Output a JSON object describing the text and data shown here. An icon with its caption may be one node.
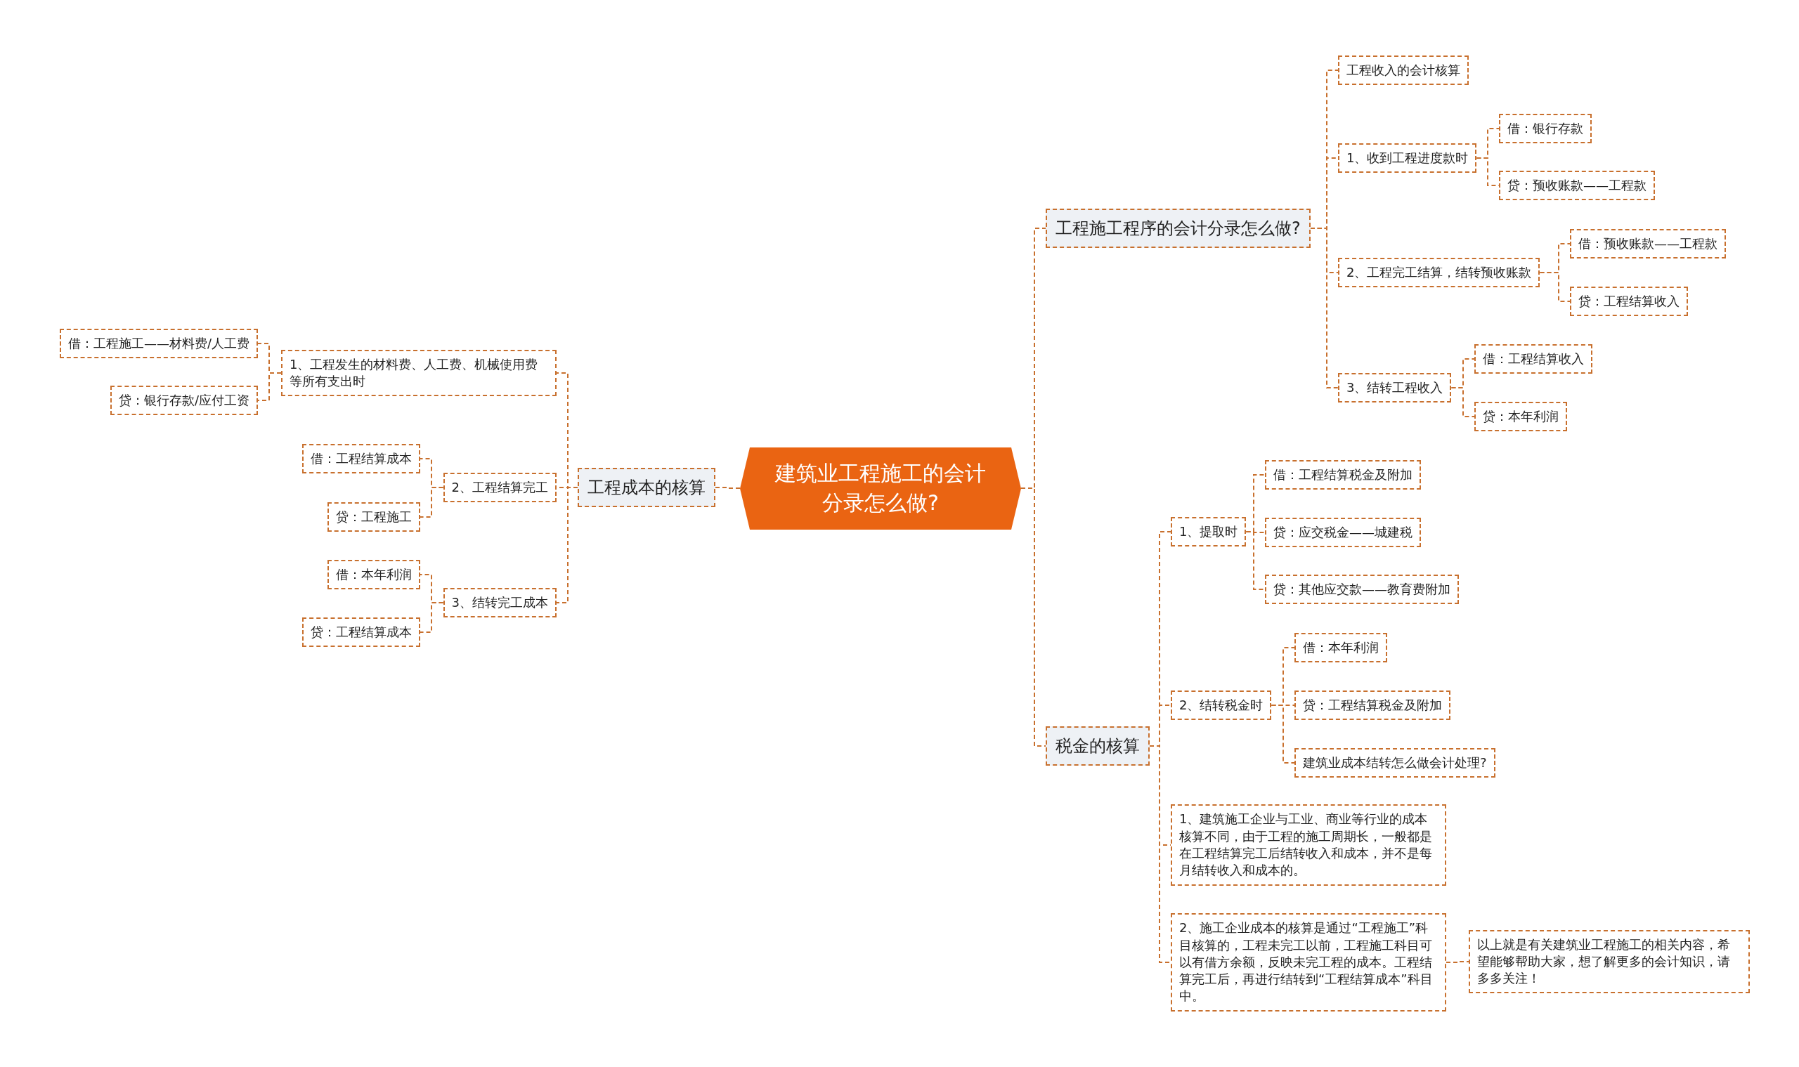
{
  "diagram": {
    "nodes": [
      {
        "text": [
          "建筑业工程施工的会计分录怎么做?"
        ]
      },
      {
        "text": [
          "工程成本的核算"
        ]
      },
      {
        "text": [
          "1、工程发生的材料费、人工费、机械使用费等所有支出时"
        ]
      },
      {
        "text": [
          "借：工程施工——材料费/人工费"
        ]
      },
      {
        "text": [
          "贷：银行存款/应付工资"
        ]
      },
      {
        "text": [
          "2、工程结算完工"
        ]
      },
      {
        "text": [
          "借：工程结算成本"
        ]
      },
      {
        "text": [
          "贷：工程施工"
        ]
      },
      {
        "text": [
          "3、结转完工成本"
        ]
      },
      {
        "text": [
          "借：本年利润"
        ]
      },
      {
        "text": [
          "贷：工程结算成本"
        ]
      },
      {
        "text": [
          "工程施工程序的会计分录怎么做?"
        ]
      },
      {
        "text": [
          "工程收入的会计核算"
        ]
      },
      {
        "text": [
          "1、收到工程进度款时"
        ]
      },
      {
        "text": [
          "借：银行存款"
        ]
      },
      {
        "text": [
          "贷：预收账款——工程款"
        ]
      },
      {
        "text": [
          "2、工程完工结算，结转预收账款"
        ]
      },
      {
        "text": [
          "借：预收账款——工程款"
        ]
      },
      {
        "text": [
          "贷：工程结算收入"
        ]
      },
      {
        "text": [
          "3、结转工程收入"
        ]
      },
      {
        "text": [
          "借：工程结算收入"
        ]
      },
      {
        "text": [
          "贷：本年利润"
        ]
      },
      {
        "text": [
          "税金的核算"
        ]
      },
      {
        "text": [
          "1、提取时"
        ]
      },
      {
        "text": [
          "借：工程结算税金及附加"
        ]
      },
      {
        "text": [
          "贷：应交税金——城建税"
        ]
      },
      {
        "text": [
          "贷：其他应交款——教育费附加"
        ]
      },
      {
        "text": [
          "2、结转税金时"
        ]
      },
      {
        "text": [
          "借：本年利润"
        ]
      },
      {
        "text": [
          "贷：工程结算税金及附加"
        ]
      },
      {
        "text": [
          "建筑业成本结转怎么做会计处理?"
        ]
      },
      {
        "text": [
          "1、建筑施工企业与工业、商业等行业的成本核算不同，由于工程的施工周期长，一般都是在工程结算完工后结转收入和成本，并不是每月结转收入和成本的。"
        ]
      },
      {
        "text": [
          "2、施工企业成本的核算是通过“工程施工”科目核算的，工程未完工以前，工程施工科目可以有借方余额，反映未完工程的成本。工程结算完工后，再进行结转到“工程结算成本”科目中。"
        ]
      },
      {
        "text": [
          "以上就是有关建筑业工程施工的相关内容，希望能够帮助大家，想了解更多的会计知识，请多多关注！"
        ]
      }
    ],
    "edges": [
      {
        "from": 0,
        "to": 1,
        "arrow": "none"
      },
      {
        "from": 1,
        "to": 2,
        "arrow": "none"
      },
      {
        "from": 2,
        "to": 3,
        "arrow": "none"
      },
      {
        "from": 2,
        "to": 4,
        "arrow": "none"
      },
      {
        "from": 1,
        "to": 5,
        "arrow": "none"
      },
      {
        "from": 5,
        "to": 6,
        "arrow": "none"
      },
      {
        "from": 5,
        "to": 7,
        "arrow": "none"
      },
      {
        "from": 1,
        "to": 8,
        "arrow": "none"
      },
      {
        "from": 8,
        "to": 9,
        "arrow": "none"
      },
      {
        "from": 8,
        "to": 10,
        "arrow": "none"
      },
      {
        "from": 0,
        "to": 11,
        "arrow": "none"
      },
      {
        "from": 11,
        "to": 12,
        "arrow": "none"
      },
      {
        "from": 11,
        "to": 13,
        "arrow": "none"
      },
      {
        "from": 13,
        "to": 14,
        "arrow": "none"
      },
      {
        "from": 13,
        "to": 15,
        "arrow": "none"
      },
      {
        "from": 11,
        "to": 16,
        "arrow": "none"
      },
      {
        "from": 16,
        "to": 17,
        "arrow": "none"
      },
      {
        "from": 16,
        "to": 18,
        "arrow": "none"
      },
      {
        "from": 11,
        "to": 19,
        "arrow": "none"
      },
      {
        "from": 19,
        "to": 20,
        "arrow": "none"
      },
      {
        "from": 19,
        "to": 21,
        "arrow": "none"
      },
      {
        "from": 0,
        "to": 22,
        "arrow": "none"
      },
      {
        "from": 22,
        "to": 23,
        "arrow": "none"
      },
      {
        "from": 23,
        "to": 24,
        "arrow": "none"
      },
      {
        "from": 23,
        "to": 25,
        "arrow": "none"
      },
      {
        "from": 23,
        "to": 26,
        "arrow": "none"
      },
      {
        "from": 22,
        "to": 27,
        "arrow": "none"
      },
      {
        "from": 27,
        "to": 28,
        "arrow": "none"
      },
      {
        "from": 27,
        "to": 29,
        "arrow": "none"
      },
      {
        "from": 27,
        "to": 30,
        "arrow": "none"
      },
      {
        "from": 22,
        "to": 31,
        "arrow": "none"
      },
      {
        "from": 22,
        "to": 32,
        "arrow": "none"
      },
      {
        "from": 32,
        "to": 33,
        "arrow": "none"
      }
    ]
  }
}
